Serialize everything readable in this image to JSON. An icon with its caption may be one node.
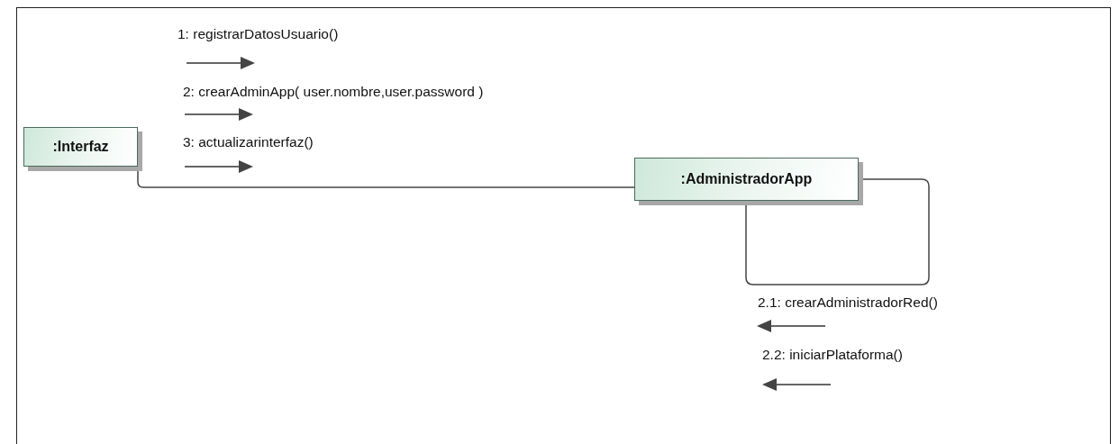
{
  "diagram": {
    "nodes": [
      {
        "text": [
          ":Interfaz"
        ]
      },
      {
        "text": [
          ":AdministradorApp"
        ]
      }
    ],
    "edges": [
      {
        "from": 0,
        "to": 1,
        "arrow": "none"
      },
      {
        "from": 1,
        "to": 1,
        "arrow": "none"
      }
    ],
    "labels": [
      "1: registrarDatosUsuario()",
      "2: crearAdminApp( user.nombre,user.password )",
      "3: actualizarinterfaz()",
      "2.1: crearAdministradorRed()",
      "2.2: iniciarPlataforma()"
    ]
  }
}
